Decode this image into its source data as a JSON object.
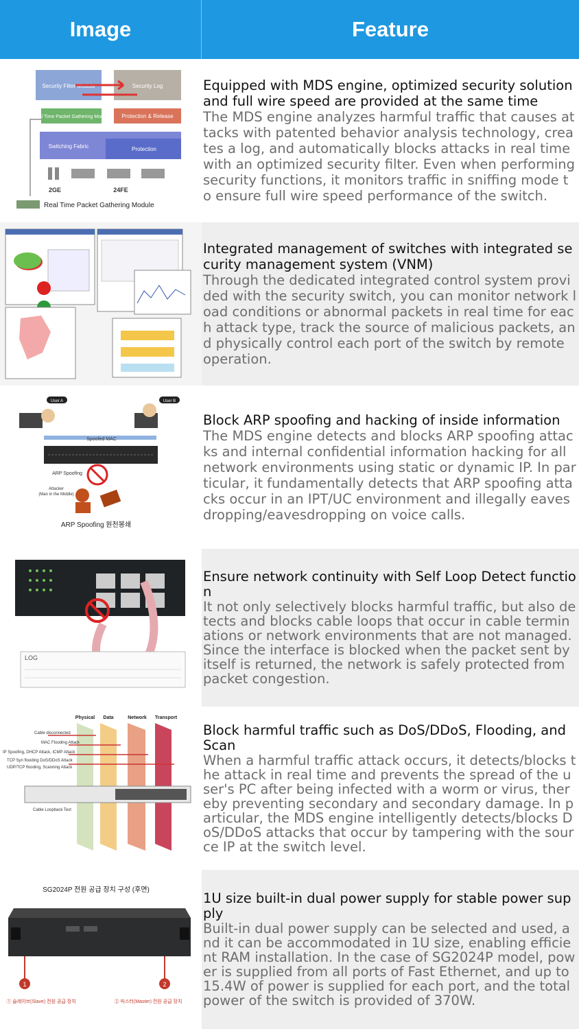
{
  "header": {
    "image_label": "Image",
    "feature_label": "Feature"
  },
  "rows": [
    {
      "title": "Equipped with MDS engine, optimized security solution and full wire speed are provided at the same time",
      "desc": "The MDS engine analyzes harmful traffic that causes attacks with patented behavior analysis technology, creates a log, and automatically blocks attacks in real time with an optimized security filter. Even when performing security functions, it monitors traffic in sniffing mode to ensure full wire speed performance of the switch.",
      "img": {
        "security_filter": "Security Filter Module",
        "security_log": "Security Log",
        "packet_gathering": "Real Time Packet Gathering Module",
        "protection_release": "Protection & Release",
        "switching_fabric": "Switching Fabric",
        "protection": "Protection",
        "port_2ge": "2GE",
        "port_24fe": "24FE",
        "caption": "Real Time Packet Gathering Module"
      }
    },
    {
      "title": "Integrated management of switches with integrated security management system (VNM)",
      "desc": "Through the dedicated integrated control system provided with the security switch, you can monitor network load conditions or abnormal packets in real time for each attack type, track the source of malicious packets, and physically control each port of the switch by remote operation."
    },
    {
      "title": "Block ARP spoofing and hacking of inside information",
      "desc": "The MDS engine detects and blocks ARP spoofing attacks and internal confidential information hacking for all network environments using static or dynamic IP. In particular, it fundamentally detects that ARP spoofing attacks occur in an IPT/UC environment and illegally eavesdropping/eavesdropping on voice calls.",
      "img": {
        "user_a": "User A",
        "user_b": "User B",
        "spoofed_mac": "Spoofed MAC",
        "arp_spoofing": "ARP Spoofing",
        "attacker": "Attacker",
        "mitm": "(Man in the Middle)",
        "caption": "ARP Spoofing 원천봉쇄"
      }
    },
    {
      "title": "Ensure network continuity with Self Loop Detect function",
      "desc": "It not only selectively blocks harmful traffic, but also detects and blocks cable loops that occur in cable terminations or network environments that are not managed. Since the interface is blocked when the packet sent by itself is returned, the network is safely protected from packet congestion.",
      "img": {
        "log_label": "LOG"
      }
    },
    {
      "title": "Block harmful traffic such as DoS/DDoS, Flooding, and Scan",
      "desc": "When a harmful traffic attack occurs, it detects/blocks the attack in real time and prevents the spread of the user's PC after being infected with a worm or virus, thereby preventing secondary and secondary damage. In particular, the MDS engine intelligently detects/blocks DoS/DDoS attacks that occur by tampering with the source IP at the switch level.",
      "img": {
        "layers": [
          "Physical",
          "Data",
          "Network",
          "Transport"
        ],
        "attacks": [
          "Cable disconnected",
          "MAC Flooding Attack",
          "IP Spoofing, DHCP Attack, ICMP Attack",
          "TCP Syn flooding DoS/DDoS Attack",
          "UDP/TCP flooding, Scanning Attack"
        ],
        "loop_test": "Cable Loopback Test"
      }
    },
    {
      "title": "1U size built-in dual power supply for stable power supply",
      "desc": "Built-in dual power supply can be selected and used, and it can be accommodated in 1U size, enabling efficient RAM installation. In the case of SG2024P model, power is supplied from all ports of Fast Ethernet, and up to 15.4W of power is supplied for each port, and the total power of the switch is provided of 370W.",
      "img": {
        "heading": "SG2024P 전원 공급 장치 구성 (후면)",
        "marker1": "1",
        "marker2": "2",
        "slave": "① 슬레이브(Slave) 전원 공급 장치",
        "master": "② 마스터(Master) 전원 공급 장치"
      }
    }
  ],
  "colors": {
    "header": "#1e98e0",
    "shaded": "#eeeeee",
    "title_text": "#111111",
    "desc_text": "#6d6d6d"
  }
}
